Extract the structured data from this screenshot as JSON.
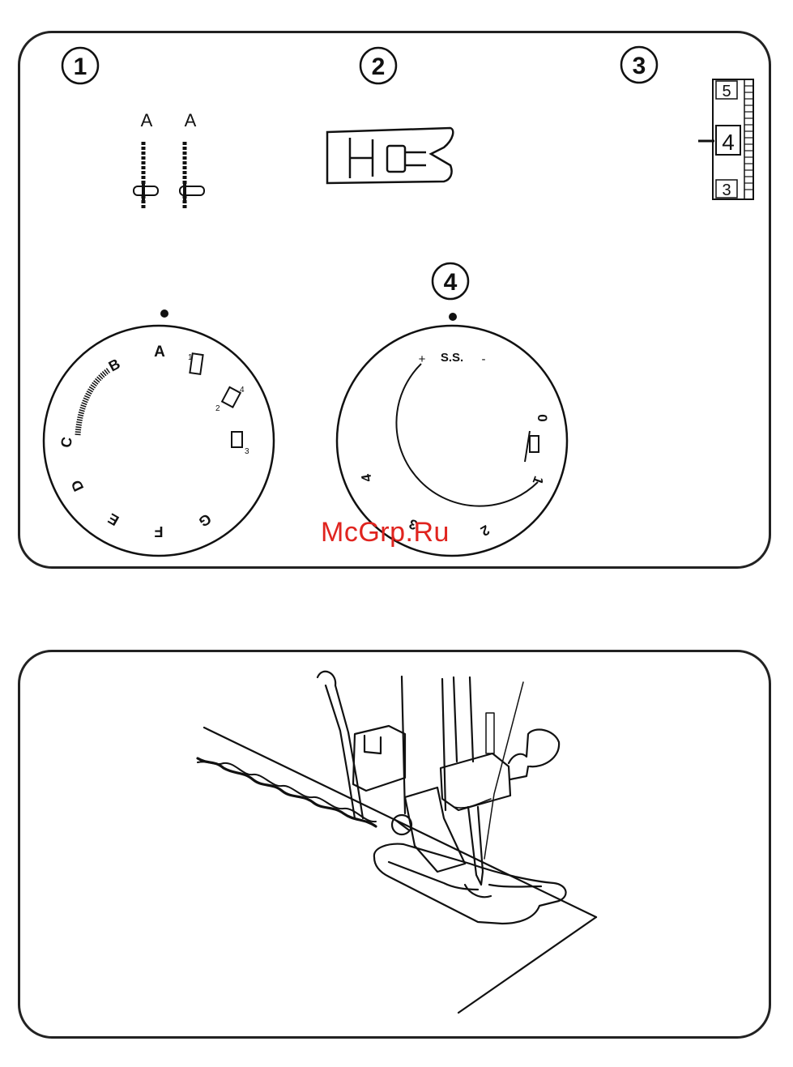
{
  "step_numbers": [
    "1",
    "2",
    "3",
    "4"
  ],
  "stitch_illustration": {
    "label_left": "A",
    "label_right": "A"
  },
  "length_scale": {
    "top": "5",
    "selected": "4",
    "bottom": "3"
  },
  "pattern_dial": {
    "letters": [
      "A",
      "B",
      "C",
      "D",
      "E",
      "F",
      "G"
    ],
    "small_marks": [
      "1",
      "2",
      "4",
      "3"
    ]
  },
  "length_dial": {
    "ss_label": "S.S.",
    "plus": "+",
    "minus": "-",
    "numbers": [
      "0",
      "1",
      "2",
      "3",
      "4"
    ]
  },
  "watermark": "McGrp.Ru"
}
